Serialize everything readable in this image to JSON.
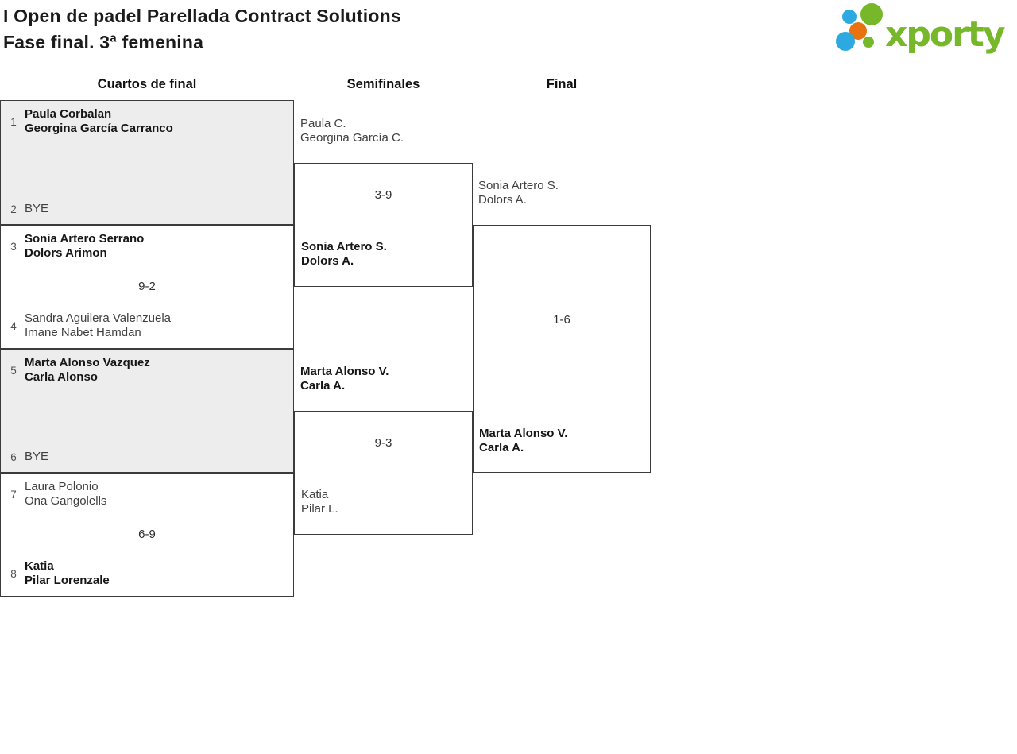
{
  "title": {
    "line1": "I Open de padel Parellada Contract Solutions",
    "line2": "Fase final. 3ª femenina"
  },
  "logo": {
    "text": "xporty",
    "colors": {
      "green": "#76b82a",
      "blue": "#2ba9e0",
      "orange": "#e8730e"
    }
  },
  "columns": {
    "quarterfinals": "Cuartos de final",
    "semifinals": "Semifinales",
    "final": "Final"
  },
  "bracket": {
    "quarterfinals": [
      {
        "seed_top": "1",
        "team_top": [
          "Paula Corbalan",
          "Georgina García Carranco"
        ],
        "top_winner": true,
        "score": "",
        "seed_bottom": "2",
        "team_bottom": [
          "BYE"
        ],
        "bottom_winner": false,
        "shaded": true
      },
      {
        "seed_top": "3",
        "team_top": [
          "Sonia Artero Serrano",
          "Dolors Arimon"
        ],
        "top_winner": true,
        "score": "9-2",
        "seed_bottom": "4",
        "team_bottom": [
          "Sandra Aguilera Valenzuela",
          "Imane Nabet Hamdan"
        ],
        "bottom_winner": false,
        "shaded": false
      },
      {
        "seed_top": "5",
        "team_top": [
          "Marta Alonso Vazquez",
          "Carla Alonso"
        ],
        "top_winner": true,
        "score": "",
        "seed_bottom": "6",
        "team_bottom": [
          "BYE"
        ],
        "bottom_winner": false,
        "shaded": true
      },
      {
        "seed_top": "7",
        "team_top": [
          "Laura Polonio",
          "Ona Gangolells"
        ],
        "top_winner": false,
        "score": "6-9",
        "seed_bottom": "8",
        "team_bottom": [
          "Katia",
          "Pilar Lorenzale"
        ],
        "bottom_winner": true,
        "shaded": false
      }
    ],
    "semifinals": [
      {
        "team_top": [
          "Paula C.",
          "Georgina García C."
        ],
        "top_winner": false,
        "score": "3-9",
        "team_bottom": [
          "Sonia Artero S.",
          "Dolors A."
        ],
        "bottom_winner": true
      },
      {
        "team_top": [
          "Marta Alonso V.",
          "Carla A."
        ],
        "top_winner": true,
        "score": "9-3",
        "team_bottom": [
          "Katia",
          "Pilar L."
        ],
        "bottom_winner": false
      }
    ],
    "final": {
      "team_top": [
        "Sonia Artero S.",
        "Dolors A."
      ],
      "top_winner": false,
      "score": "1-6",
      "team_bottom": [
        "Marta Alonso V.",
        "Carla A."
      ],
      "bottom_winner": true
    }
  }
}
